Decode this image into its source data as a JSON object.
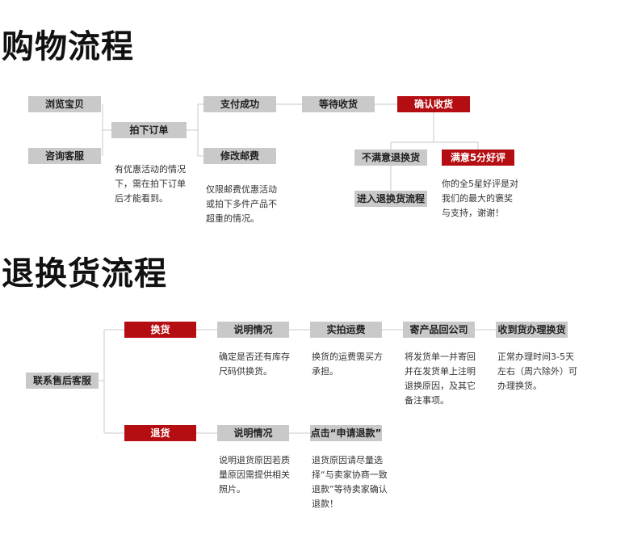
{
  "purchase": {
    "title": "购物流程",
    "steps": {
      "browse": "浏览宝贝",
      "consult": "咨询客服",
      "order": "拍下订单",
      "paid": "支付成功",
      "modify_postage": "修改邮费",
      "await_receipt": "等待收货",
      "confirm_receipt": "确认收货",
      "unsatisfied": "不满意退换货",
      "satisfied": "满意5分好评",
      "enter_return_flow": "进入退换货流程"
    },
    "notes": {
      "order": "有优惠活动的情况下，需在拍下订单后才能看到。",
      "postage": "仅限邮费优惠活动或拍下多件产品不超重的情况。",
      "satisfied": "你的全5星好评是对我们的最大的褒奖与支持，谢谢！"
    }
  },
  "returns": {
    "title": "退换货流程",
    "steps": {
      "contact": "联系售后客服",
      "exchange": "换货",
      "exchange_explain": "说明情况",
      "photo_postage": "实拍运费",
      "send_back": "寄产品回公司",
      "process_exchange": "收到货办理换货",
      "refund": "退货",
      "refund_explain": "说明情况",
      "apply_refund": "点击“申请退款”"
    },
    "notes": {
      "exchange_explain": "确定是否还有库存尺码供换货。",
      "photo_postage": "换货的运费需买方承担。",
      "send_back": "将发货单一并寄回并在发货单上注明退换原因，及其它备注事项。",
      "process_exchange": "正常办理时间3-5天左右（周六除外）可办理换货。",
      "refund_explain": "说明退货原因若质量原因需提供相关照片。",
      "apply_refund": "退货原因请尽量选择“与卖家协商一致退款”等待卖家确认退款！"
    }
  },
  "colors": {
    "accent_red": "#b50e12",
    "box_gray": "#c9c9c9",
    "connector": "#c8c8c8"
  }
}
